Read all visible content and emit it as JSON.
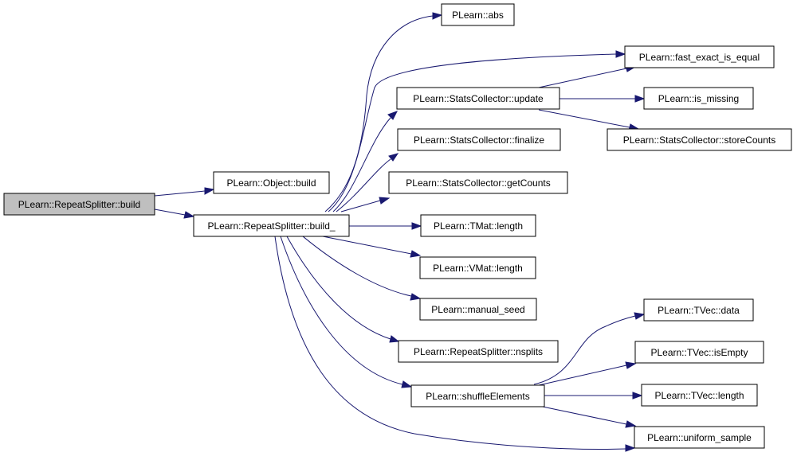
{
  "nodes": {
    "repeat_build": "PLearn::RepeatSplitter::build",
    "object_build": "PLearn::Object::build",
    "repeat_build_": "PLearn::RepeatSplitter::build_",
    "abs": "PLearn::abs",
    "fast_exact_is_equal": "PLearn::fast_exact_is_equal",
    "stats_update": "PLearn::StatsCollector::update",
    "is_missing": "PLearn::is_missing",
    "stats_finalize": "PLearn::StatsCollector::finalize",
    "store_counts": "PLearn::StatsCollector::storeCounts",
    "get_counts": "PLearn::StatsCollector::getCounts",
    "tmat_length": "PLearn::TMat::length",
    "vmat_length": "PLearn::VMat::length",
    "manual_seed": "PLearn::manual_seed",
    "nsplits": "PLearn::RepeatSplitter::nsplits",
    "tvec_data": "PLearn::TVec::data",
    "tvec_isempty": "PLearn::TVec::isEmpty",
    "shuffle_elements": "PLearn::shuffleElements",
    "tvec_length": "PLearn::TVec::length",
    "uniform_sample": "PLearn::uniform_sample"
  },
  "colors": {
    "edge": "#191970",
    "root_fill": "#bfbfbf",
    "node_fill": "#ffffff",
    "node_border": "#000000"
  }
}
